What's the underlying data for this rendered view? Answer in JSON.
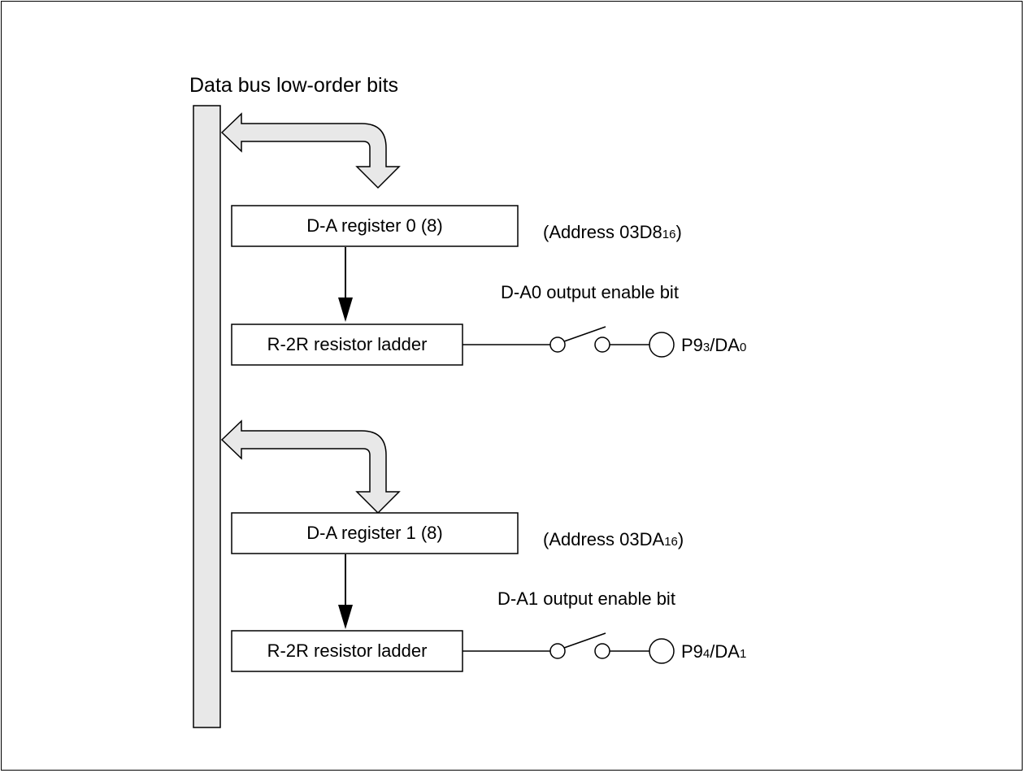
{
  "diagram": {
    "bus_label": "Data bus low-order bits",
    "channels": [
      {
        "register": "D-A register 0 (8)",
        "address_prefix": "(Address 03D8",
        "address_sub": "16",
        "address_suffix": ")",
        "enable_bit": "D-A0 output enable bit",
        "ladder": "R-2R resistor ladder",
        "pin_a": "P9",
        "pin_a_sub": "3",
        "pin_b": "/DA",
        "pin_b_sub": "0"
      },
      {
        "register": "D-A register 1 (8)",
        "address_prefix": "(Address 03DA",
        "address_sub": "16",
        "address_suffix": ")",
        "enable_bit": "D-A1 output enable bit",
        "ladder": "R-2R resistor ladder",
        "pin_a": "P9",
        "pin_a_sub": "4",
        "pin_b": "/DA",
        "pin_b_sub": "1"
      }
    ]
  }
}
